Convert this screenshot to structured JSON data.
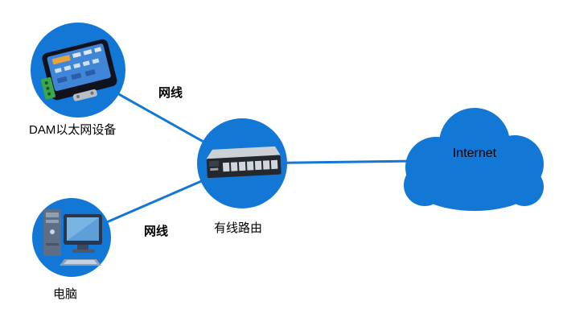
{
  "diagram": {
    "nodes": {
      "dam": {
        "label": "DAM以太网设备",
        "icon": "dam-ethernet-device-icon"
      },
      "pc": {
        "label": "电脑",
        "icon": "desktop-computer-icon"
      },
      "router": {
        "label": "有线路由",
        "icon": "wired-router-switch-icon"
      },
      "internet": {
        "label": "Internet",
        "icon": "cloud-icon"
      }
    },
    "edges": [
      {
        "from": "dam",
        "to": "router",
        "label": "网线"
      },
      {
        "from": "pc",
        "to": "router",
        "label": "网线"
      },
      {
        "from": "router",
        "to": "internet",
        "label": ""
      }
    ],
    "colors": {
      "node_blue": "#1377d6",
      "line_blue": "#1377d6",
      "text": "#000000"
    }
  }
}
